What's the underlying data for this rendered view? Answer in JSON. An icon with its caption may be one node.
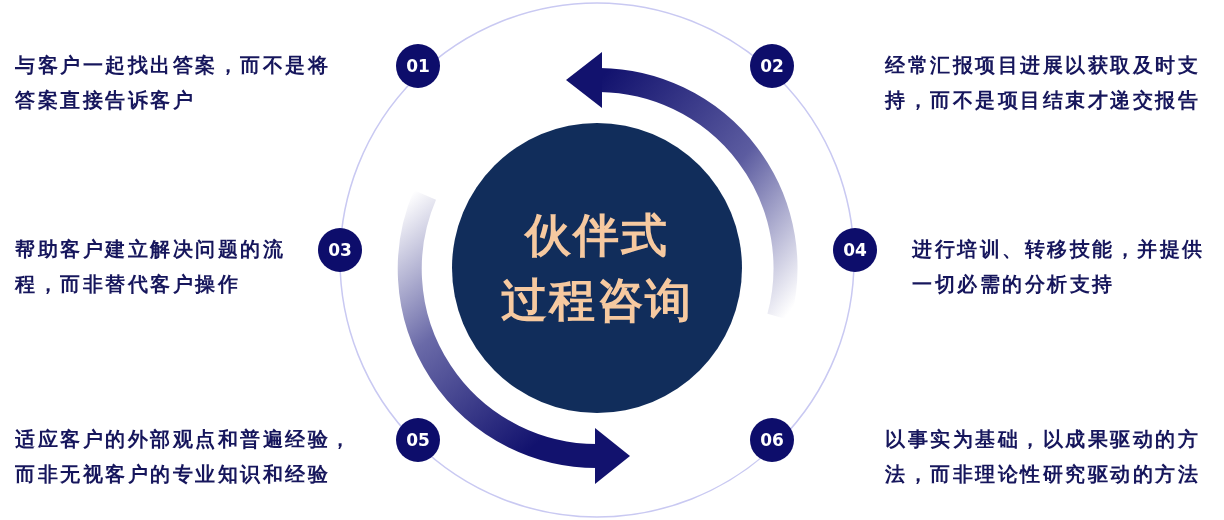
{
  "diagram": {
    "nodes": [
      {
        "text": [
          "01"
        ],
        "beside": [
          "与客户一起找出答案，而不是将答案直接告诉客户"
        ]
      },
      {
        "text": [
          "02"
        ]
      },
      {
        "text": [
          "伙伴式",
          "过程咨询"
        ]
      },
      {
        "text": [
          "03"
        ],
        "beside": [
          "帮助客户建立解决问题的流程，而非替代客户操作"
        ]
      },
      {
        "text": [
          "04"
        ],
        "beside": [
          "进行培训、转移技能，并提供一切必需的分析支持"
        ]
      },
      {
        "text": [
          "05"
        ],
        "beside": [
          "适应客户的外部观点和普遍经验，而非无视客户的专业知识和经验"
        ]
      },
      {
        "text": [
          "06"
        ]
      }
    ],
    "labels": [
      "经常汇报项目进展以获取及时支持，而不是项目结束才递交报告",
      "以事实为基础，以成果驱动的方法，而非理论性研究驱动的方法"
    ]
  }
}
